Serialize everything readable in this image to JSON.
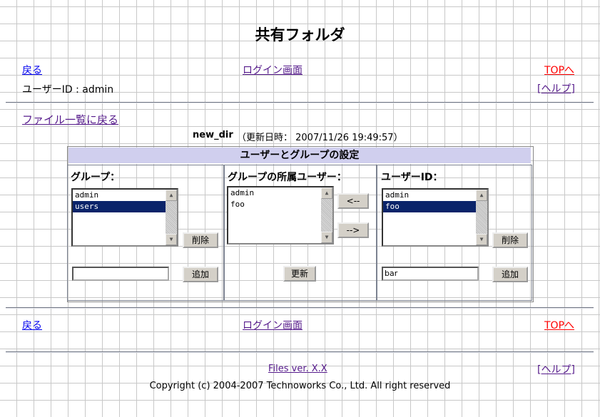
{
  "header": {
    "title": "共有フォルダ",
    "back": "戻る",
    "login": "ログイン画面",
    "top": "TOPへ",
    "user_id": "ユーザーID : admin",
    "help": "[ヘルプ]"
  },
  "file_list_back": "ファイル一覧に戻る",
  "folder": {
    "name": "new_dir",
    "updated": "（更新日時： 2007/11/26 19:49:57）"
  },
  "panel": {
    "title": "ユーザーとグループの設定",
    "groups": {
      "label": "グループ：",
      "items": [
        "admin",
        "users"
      ],
      "selected": "users",
      "delete": "削除",
      "add": "追加",
      "input_value": ""
    },
    "members": {
      "label": "グループの所属ユーザー：",
      "items": [
        "admin",
        "foo"
      ],
      "move_left": "<--",
      "move_right": "-->",
      "update": "更新"
    },
    "users": {
      "label": "ユーザーID：",
      "items": [
        "admin",
        "foo"
      ],
      "selected": "foo",
      "delete": "削除",
      "add": "追加",
      "input_value": "bar"
    }
  },
  "footer": {
    "back": "戻る",
    "login": "ログイン画面",
    "top": "TOPへ",
    "version": "Files ver. X.X",
    "help": "[ヘルプ]",
    "copyright": "Copyright (c) 2004-2007 Technoworks Co., Ltd. All right reserved"
  }
}
